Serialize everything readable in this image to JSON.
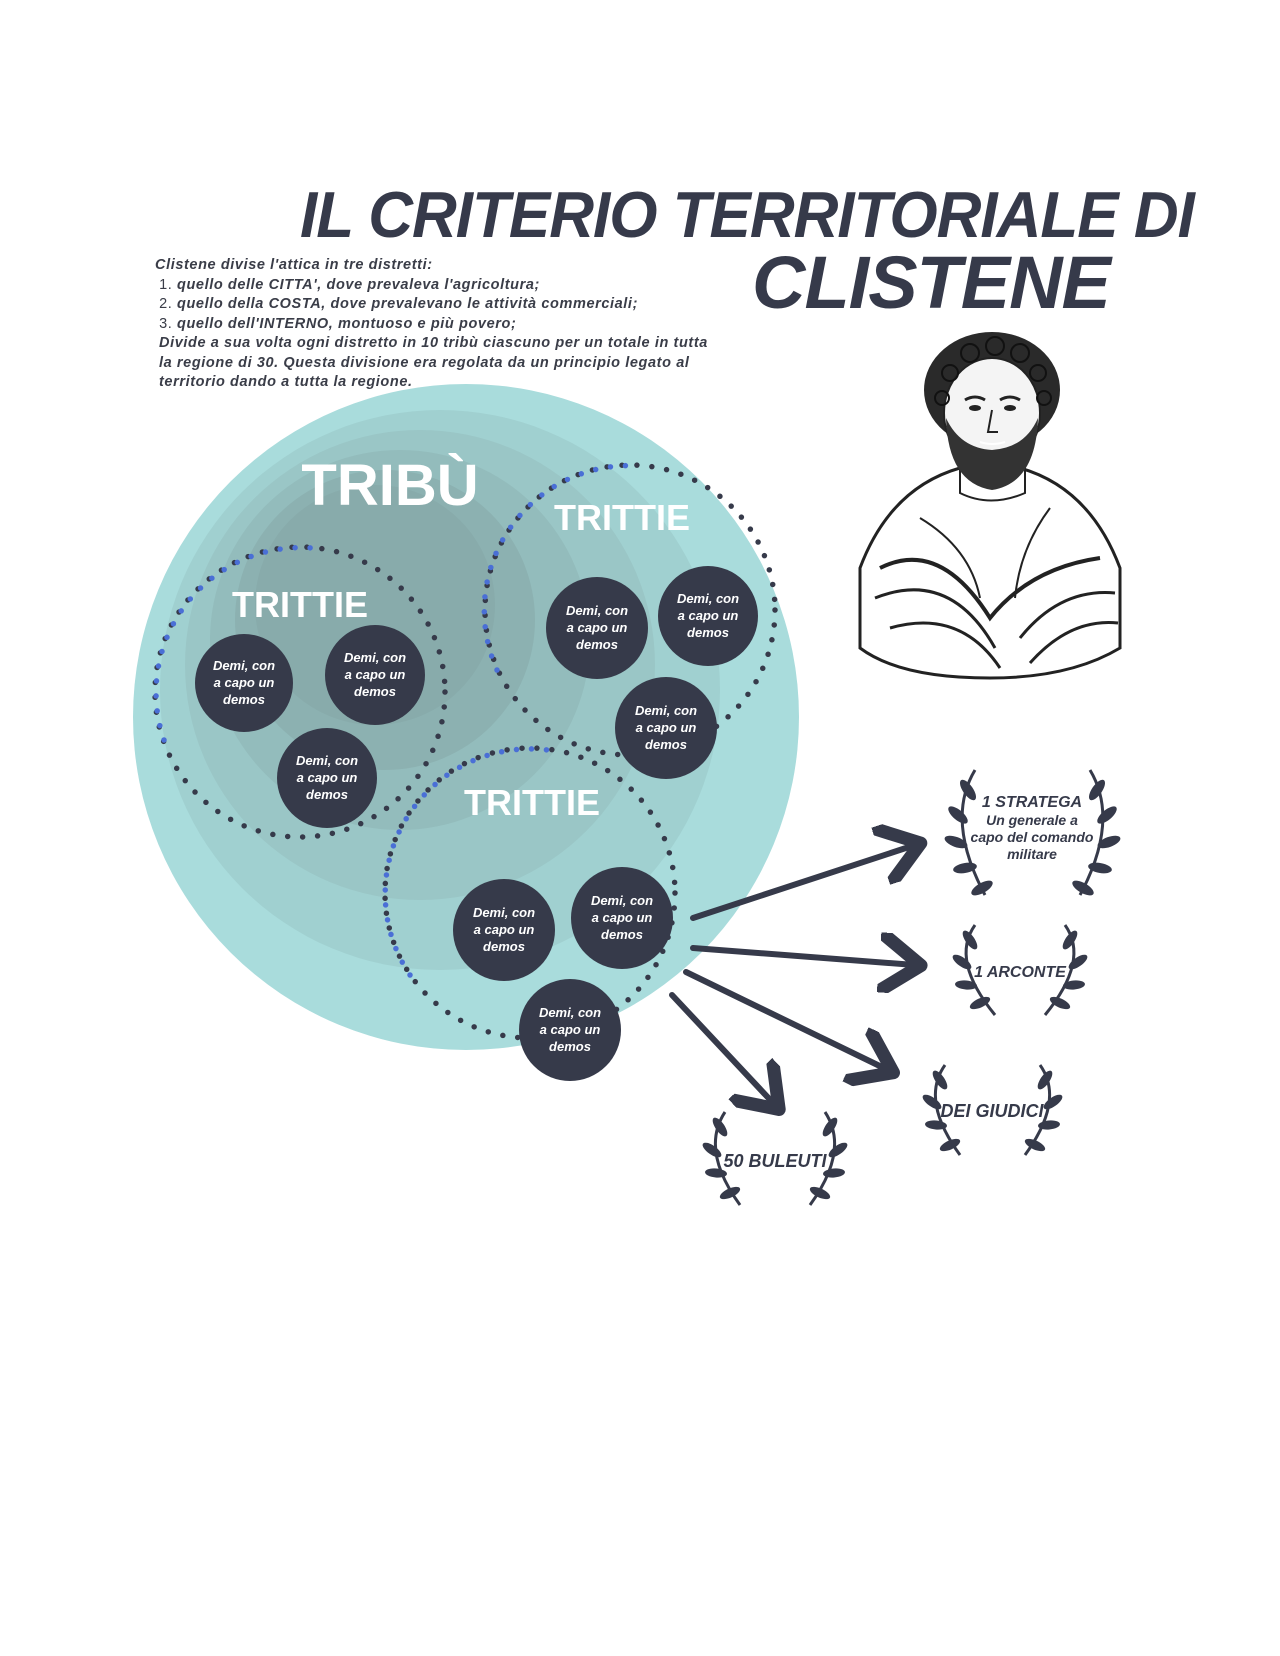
{
  "header": {
    "title_line1": "IL CRITERIO TERRITORIALE DI",
    "title_line2": "CLISTENE"
  },
  "intro": {
    "lead": "Clistene divise l'attica in tre distretti:",
    "districts": [
      "quello delle CITTA', dove prevaleva l'agricoltura;",
      "quello della COSTA, dove prevalevano le attività commerciali;",
      "quello dell'INTERNO, montuoso e più povero;"
    ],
    "paragraph": "Divide a sua volta ogni distretto in 10 tribù ciascuno per un totale in tutta la regione di 30. Questa divisione era regolata da un principio legato al territorio dando a tutta la regione."
  },
  "diagram": {
    "outer_label": "TRIBÙ",
    "groups": [
      {
        "label": "TRITTIE",
        "demi": [
          "Demi, con a capo un demos",
          "Demi, con a capo un demos",
          "Demi, con a capo un demos"
        ]
      },
      {
        "label": "TRITTIE",
        "demi": [
          "Demi, con a capo un demos",
          "Demi, con a capo un demos",
          "Demi, con a capo un demos"
        ]
      },
      {
        "label": "TRITTIE",
        "demi": [
          "Demi, con a capo un demos",
          "Demi, con a capo un demos",
          "Demi, con a capo un demos"
        ]
      }
    ],
    "demi_lines": [
      "Demi, con",
      "a capo un",
      "demos"
    ]
  },
  "outputs": [
    {
      "title": "1 STRATEGA",
      "desc_lines": [
        "Un generale a",
        "capo del comando",
        "militare"
      ]
    },
    {
      "title": "1 ARCONTE",
      "desc_lines": []
    },
    {
      "title": "DEI GIUDICI",
      "desc_lines": []
    },
    {
      "title": "50 BULEUTI",
      "desc_lines": []
    }
  ],
  "portrait": {
    "icon": "bust-of-clisthenes-illustration"
  },
  "colors": {
    "dark": "#363a4a",
    "teal_light": "#a8dcdc",
    "teal_mid": "#9ccaca",
    "teal_dark": "#88abab",
    "dot_blue": "#4a6fd6",
    "white": "#ffffff"
  }
}
